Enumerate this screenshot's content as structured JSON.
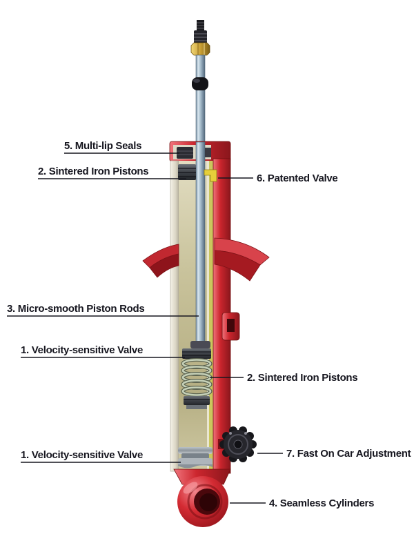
{
  "diagram": {
    "subject": "shock-absorber-cutaway",
    "labels": {
      "multi_lip_seals": "5. Multi-lip Seals",
      "sintered_iron_pistons_top": "2. Sintered Iron Pistons",
      "patented_valve": "6. Patented Valve",
      "micro_smooth_piston_rods": "3. Micro-smooth Piston Rods",
      "velocity_sensitive_valve_upper": "1. Velocity-sensitive Valve",
      "sintered_iron_pistons_lower": "2. Sintered Iron Pistons",
      "velocity_sensitive_valve_lower": "1. Velocity-sensitive Valve",
      "fast_on_car_adjustment": "7. Fast On Car Adjustment",
      "seamless_cylinders": "4. Seamless Cylinders"
    },
    "colors": {
      "body_red": "#c4232b",
      "body_red_dark": "#8a161c",
      "label_text": "#16161f",
      "rod_chrome": "#a9bfcd",
      "brass_nut": "#c89f35",
      "interior_tan": "#c9c39c",
      "inner_tube_yellow": "#cbc65e",
      "spring_green": "#c6d1b8",
      "background": "#ffffff"
    }
  }
}
